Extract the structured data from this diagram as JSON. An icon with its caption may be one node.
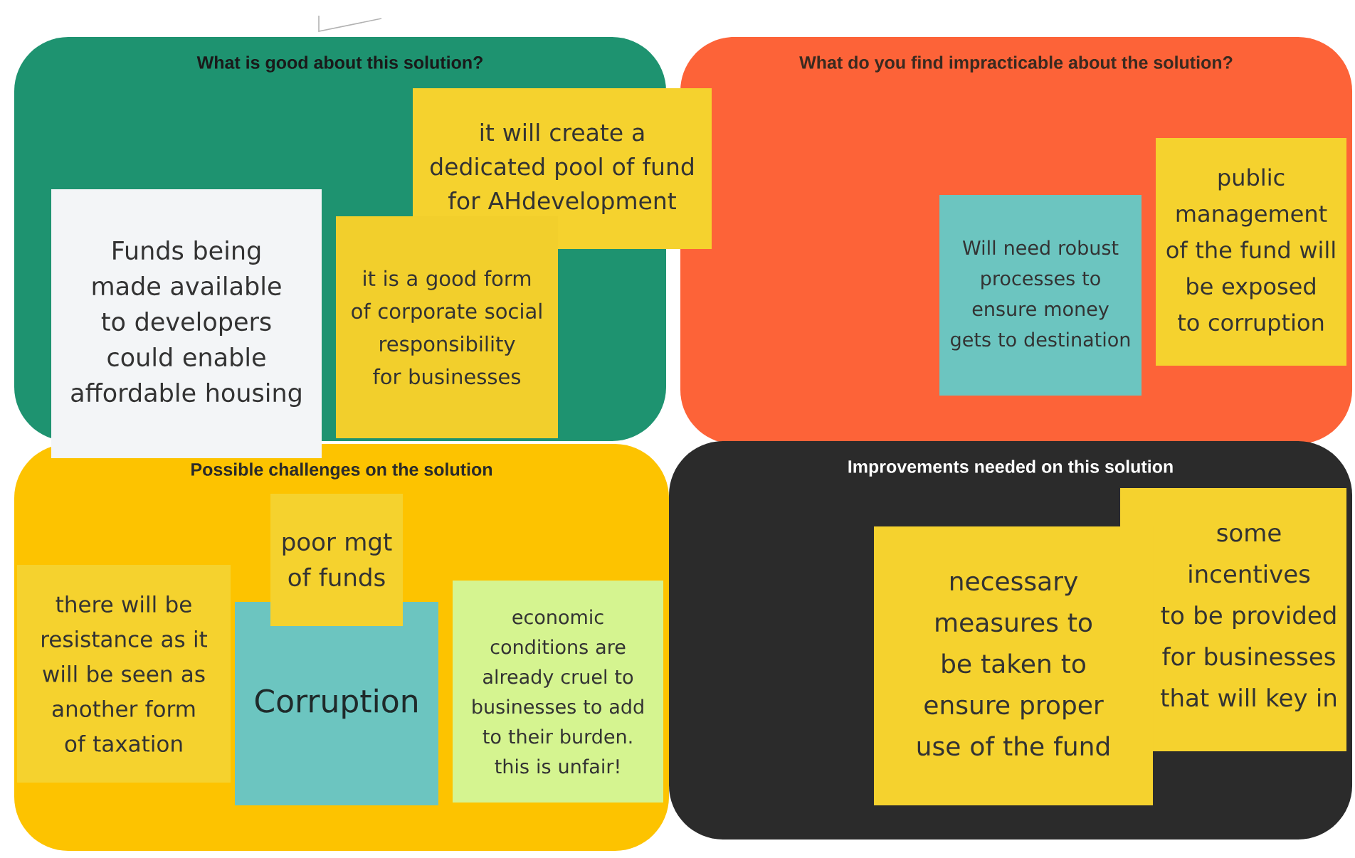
{
  "diagram": {
    "nodes": [
      {
        "text": [
          "What is good about this solution?"
        ]
      },
      {
        "text": [
          "it will create a dedicated pool of fund for AHdevelopment"
        ]
      },
      {
        "text": [
          "Funds being made available to developers could enable affordable housing"
        ]
      },
      {
        "text": [
          "it is a good form of corporate social responsibility for businesses"
        ],
        "in": 0
      },
      {
        "text": [
          "What do you find impracticable about the solution?"
        ]
      },
      {
        "text": [
          "Will need robust processes to ensure money gets to destination"
        ],
        "in": 4
      },
      {
        "text": [
          "public management of the fund will be exposed to corruption"
        ],
        "in": 4
      },
      {
        "text": [
          "Possible challenges on the solution"
        ]
      },
      {
        "text": [
          "poor mgt of funds"
        ],
        "in": 7
      },
      {
        "text": [
          "there will be resistance as it will be seen as another form of taxation"
        ],
        "in": 7
      },
      {
        "text": [
          "Corruption"
        ],
        "in": 7
      },
      {
        "text": [
          "economic conditions are already cruel to businesses to add to their burden. this is unfair!"
        ],
        "in": 7
      },
      {
        "text": [
          "Improvements needed on this solution"
        ]
      },
      {
        "text": [
          "necessary measures to be taken to ensure proper use of the fund"
        ],
        "in": 12
      },
      {
        "text": [
          "some incentives to be provided for businesses that will key in"
        ],
        "in": 12
      }
    ]
  }
}
